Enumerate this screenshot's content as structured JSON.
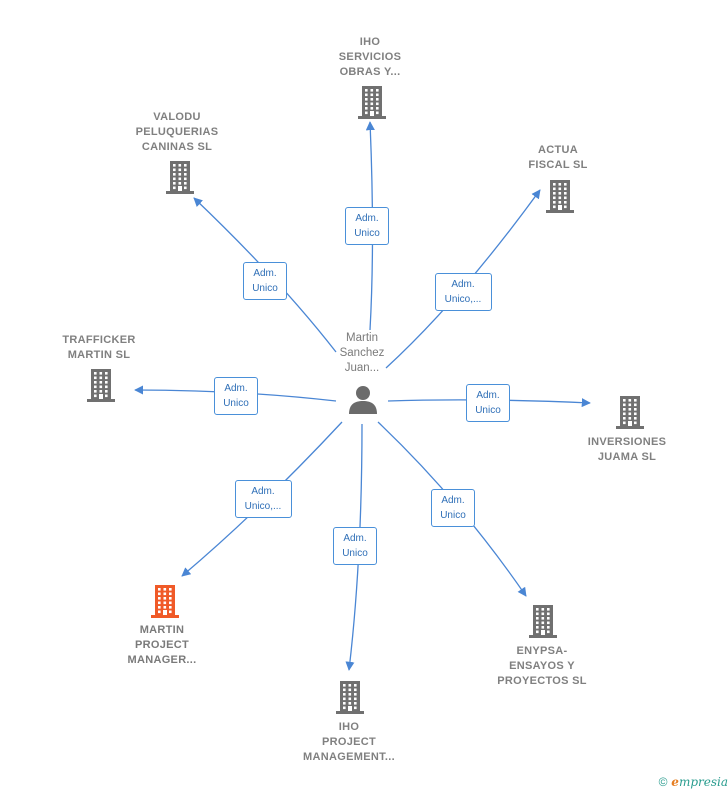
{
  "colors": {
    "edge": "#4a86d4",
    "building": "#707070",
    "building_highlight": "#f05a28",
    "person": "#6b6b6b"
  },
  "center": {
    "label_lines": [
      "Martin",
      "Sanchez",
      "Juan..."
    ],
    "icon": "person-icon"
  },
  "companies": [
    {
      "id": "iho-servicios",
      "label_lines": [
        "IHO",
        "SERVICIOS",
        "OBRAS Y..."
      ],
      "badge_lines": [
        "Adm.",
        "Unico"
      ],
      "icon": "building-icon",
      "highlight": false
    },
    {
      "id": "valodu",
      "label_lines": [
        "VALODU",
        "PELUQUERIAS",
        "CANINAS  SL"
      ],
      "badge_lines": [
        "Adm.",
        "Unico"
      ],
      "icon": "building-icon",
      "highlight": false
    },
    {
      "id": "actua-fiscal",
      "label_lines": [
        "ACTUA",
        "FISCAL SL"
      ],
      "badge_lines": [
        "Adm.",
        "Unico,..."
      ],
      "icon": "building-icon",
      "highlight": false
    },
    {
      "id": "trafficker",
      "label_lines": [
        "TRAFFICKER",
        "MARTIN  SL"
      ],
      "badge_lines": [
        "Adm.",
        "Unico"
      ],
      "icon": "building-icon",
      "highlight": false
    },
    {
      "id": "inversiones-juama",
      "label_lines": [
        "INVERSIONES",
        "JUAMA SL"
      ],
      "badge_lines": [
        "Adm.",
        "Unico"
      ],
      "icon": "building-icon",
      "highlight": false
    },
    {
      "id": "martin-project",
      "label_lines": [
        "MARTIN",
        "PROJECT",
        "MANAGER..."
      ],
      "badge_lines": [
        "Adm.",
        "Unico,..."
      ],
      "icon": "building-icon",
      "highlight": true
    },
    {
      "id": "enypsa",
      "label_lines": [
        "ENYPSA-",
        "ENSAYOS Y",
        "PROYECTOS SL"
      ],
      "badge_lines": [
        "Adm.",
        "Unico"
      ],
      "icon": "building-icon",
      "highlight": false
    },
    {
      "id": "iho-project",
      "label_lines": [
        "IHO",
        "PROJECT",
        "MANAGEMENT..."
      ],
      "badge_lines": [
        "Adm.",
        "Unico"
      ],
      "icon": "building-icon",
      "highlight": false
    }
  ],
  "footer": {
    "copyright_symbol": "©",
    "brand_initial": "e",
    "brand_rest": "mpresia"
  }
}
